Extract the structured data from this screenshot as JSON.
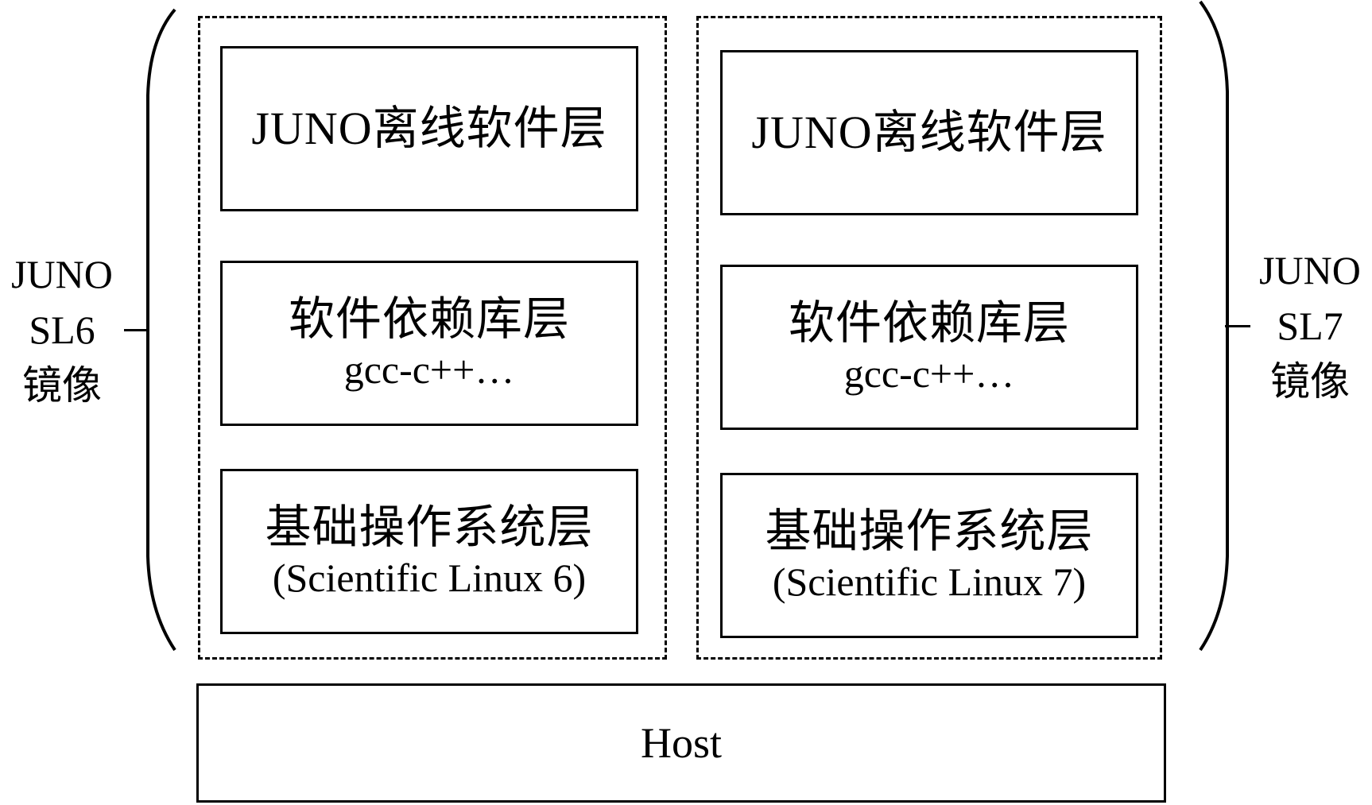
{
  "left_image": {
    "label_line1": "JUNO",
    "label_line2": "SL6",
    "label_line3": "镜像",
    "app_layer": "JUNO离线软件层",
    "deps_layer": "软件依赖库层",
    "deps_detail": "gcc-c++…",
    "os_layer": "基础操作系统层",
    "os_detail": "(Scientific Linux 6)"
  },
  "right_image": {
    "label_line1": "JUNO",
    "label_line2": "SL7",
    "label_line3": "镜像",
    "app_layer": "JUNO离线软件层",
    "deps_layer": "软件依赖库层",
    "deps_detail": "gcc-c++…",
    "os_layer": "基础操作系统层",
    "os_detail": "(Scientific Linux 7)"
  },
  "host": {
    "label": "Host"
  }
}
